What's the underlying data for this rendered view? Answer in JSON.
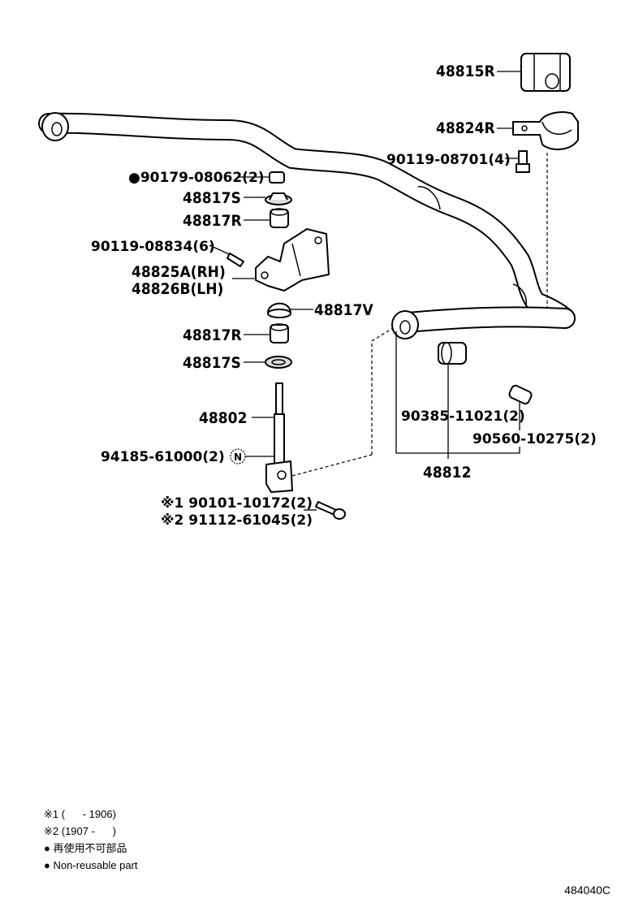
{
  "labels": {
    "p48815R": "48815R",
    "p48824R": "48824R",
    "p90119_08701": "90119-08701(4)",
    "p90179_08062": "●90179-08062(2)",
    "p48817S_top": "48817S",
    "p48817R_top": "48817R",
    "p90119_08834": "90119-08834(6)",
    "p48825A": "48825A(RH)",
    "p48826B": "48826B(LH)",
    "p48817V": "48817V",
    "p48817R_bot": "48817R",
    "p48817S_bot": "48817S",
    "p48802": "48802",
    "p94185": "94185-61000(2)",
    "n_badge": "N",
    "p90101": "※1 90101-10172(2)",
    "p91112": "※2 91112-61045(2)",
    "p90385": "90385-11021(2)",
    "p90560": "90560-10275(2)",
    "p48812": "48812"
  },
  "notes": {
    "note1": "※1 (      - 1906)",
    "note2": "※2 (1907 -      )",
    "note3": "● 再使用不可部品",
    "note4": "● Non-reusable part"
  },
  "footer": {
    "code": "484040C"
  }
}
